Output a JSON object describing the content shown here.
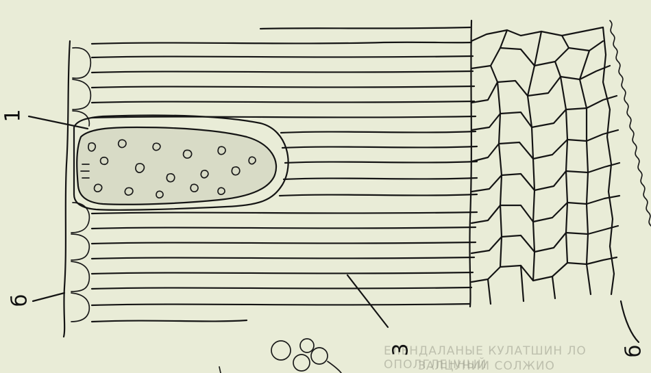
{
  "labels": {
    "label_1": "1",
    "label_3": "3",
    "label_6_left": "б",
    "label_6_right": "б"
  },
  "bleed_through_text": [
    "ЕЛЕНДАЛАНЫЕ КУЛАТШИН ЛО ОПОЛГЛЕННЫЙ",
    "ЗАЛЦУНИИ СОЛЖИО"
  ],
  "colors": {
    "paper": "#e9ecd7",
    "ink": "#141414"
  }
}
